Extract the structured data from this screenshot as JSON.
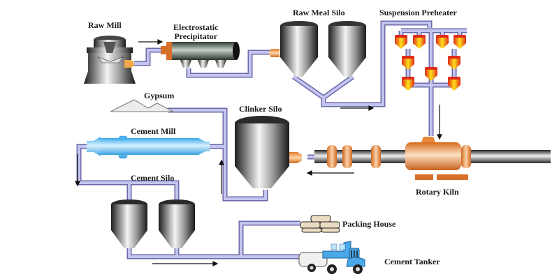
{
  "title": "Cement Manufacturing Process Flow",
  "colors": {
    "pipe_fill": "#b8b8e8",
    "pipe_edge": "#6a6aa8",
    "kiln_orange": "#e8893a",
    "preheater_red": "#e23a1e",
    "preheater_yellow": "#ffd21a",
    "silo_dark": "#2a2a2a",
    "mill_blue": "#5ab8ef",
    "truck_blue": "#4aa8e8"
  },
  "labels": {
    "raw_mill": "Raw Mill",
    "electrostatic_precipitator_line1": "Electrostatic",
    "electrostatic_precipitator_line2": "Precipitator",
    "raw_meal_silo": "Raw Meal Silo",
    "suspension_preheater": "Suspension Preheater",
    "gypsum": "Gypsum",
    "clinker_silo": "Clinker Silo",
    "cement_mill": "Cement Mill",
    "cement_silo": "Cement Silo",
    "rotary_kiln": "Rotary Kiln",
    "packing_house": "Packing House",
    "cement_tanker": "Cement Tanker"
  },
  "flow": [
    {
      "from": "Raw Mill",
      "to": "Electrostatic Precipitator"
    },
    {
      "from": "Electrostatic Precipitator",
      "to": "Raw Meal Silo"
    },
    {
      "from": "Raw Meal Silo",
      "to": "Suspension Preheater"
    },
    {
      "from": "Suspension Preheater",
      "to": "Rotary Kiln"
    },
    {
      "from": "Rotary Kiln",
      "to": "Clinker Silo"
    },
    {
      "from": "Clinker Silo",
      "to": "Cement Mill"
    },
    {
      "from": "Gypsum",
      "to": "Cement Mill"
    },
    {
      "from": "Cement Mill",
      "to": "Cement Silo"
    },
    {
      "from": "Cement Silo",
      "to": "Packing House"
    },
    {
      "from": "Cement Silo",
      "to": "Cement Tanker"
    }
  ]
}
